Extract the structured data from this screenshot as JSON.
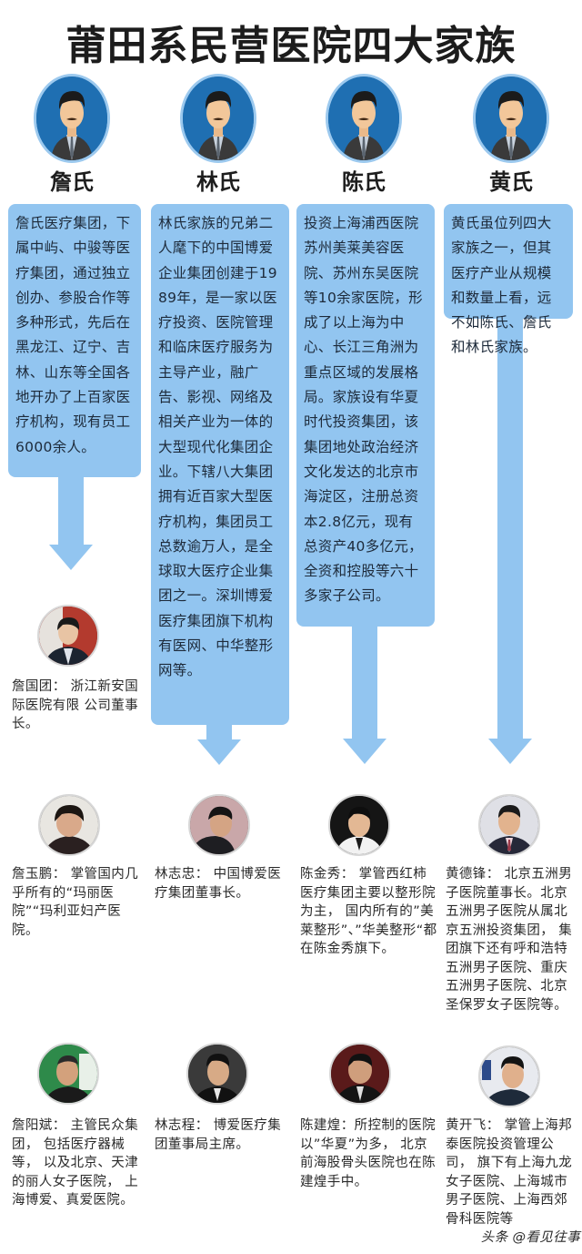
{
  "title": "莆田系民营医院四大家族",
  "colors": {
    "box_fill": "#92c5f0",
    "avatar_bg": "#1f6fb2",
    "title_text": "#1c1c1c"
  },
  "families": [
    {
      "name": "詹氏",
      "avatar_icon": "businessman-avatar-icon",
      "description": "詹氏医疗集团，下属中屿、中骏等医疗集团，通过独立创办、参股合作等多种形式，先后在黑龙江、辽宁、吉林、山东等全国各地开办了上百家医疗机构，现有员工6000余人。"
    },
    {
      "name": "林氏",
      "avatar_icon": "businessman-avatar-icon",
      "description": "林氏家族的兄弟二人麾下的中国博爱企业集团创建于1989年，是一家以医疗投资、医院管理和临床医疗服务为主导产业，融广告、影视、网络及相关产业为一体的大型现代化集团企业。下辖八大集团拥有近百家大型医疗机构，集团员工总数逾万人，是全球取大医疗企业集团之一。深圳博爱医疗集团旗下机构有医网、中华整形网等。"
    },
    {
      "name": "陈氏",
      "avatar_icon": "businessman-avatar-icon",
      "description": "投资上海浦西医院苏州美莱美容医院、苏州东吴医院等10余家医院，形成了以上海为中心、长江三角洲为重点区域的发展格局。家族设有华夏时代投资集团，该集团地处政治经济文化发达的北京市海淀区，注册总资本2.8亿元，现有总资产40多亿元，全资和控股等六十多家子公司。"
    },
    {
      "name": "黄氏",
      "avatar_icon": "businessman-avatar-icon",
      "description": "黄氏虽位列四大家族之一，但其医疗产业从规模和数量上看，远不如陈氏、詹氏和林氏家族。"
    }
  ],
  "people": {
    "row1": [
      {
        "name": "詹国团",
        "text": "詹国团：  浙江新安国际医院有限 公司董事长。"
      }
    ],
    "row2": [
      {
        "name": "詹玉鹏",
        "text": "詹玉鹏：  掌管国内几乎所有的“玛丽医院”“玛利亚妇产医院。"
      },
      {
        "name": "林志忠",
        "text": "林志忠：  中国博爱医疗集团董事长。"
      },
      {
        "name": "陈金秀",
        "text": "陈金秀：  掌管西红柿医疗集团主要以整形院为主，  国内所有的”美莱整形”、”华美整形“都在陈金秀旗下。"
      },
      {
        "name": "黄德锋",
        "text": "黄德锋：  北京五洲男子医院董事长。北京五洲男子医院从属北京五洲投资集团，  集团旗下还有呼和浩特五洲男子医院、重庆五洲男子医院、北京圣保罗女子医院等。"
      }
    ],
    "row3": [
      {
        "name": "詹阳斌",
        "text": "詹阳斌：  主管民众集团，  包括医疗器械等，  以及北京、天津的丽人女子医院，  上海博爱、真爱医院。"
      },
      {
        "name": "林志程",
        "text": "林志程：  博爱医疗集团董事局主席。"
      },
      {
        "name": "陈建煌",
        "text": "陈建煌：所控制的医院以”华夏”为多，  北京前海股骨头医院也在陈建煌手中。"
      },
      {
        "name": "黄开飞",
        "text": "黄开飞：  掌管上海邦泰医院投资管理公司，  旗下有上海九龙女子医院、上海城市男子医院、上海西郊骨科医院等"
      }
    ]
  },
  "watermark": "头条 @看见往事"
}
